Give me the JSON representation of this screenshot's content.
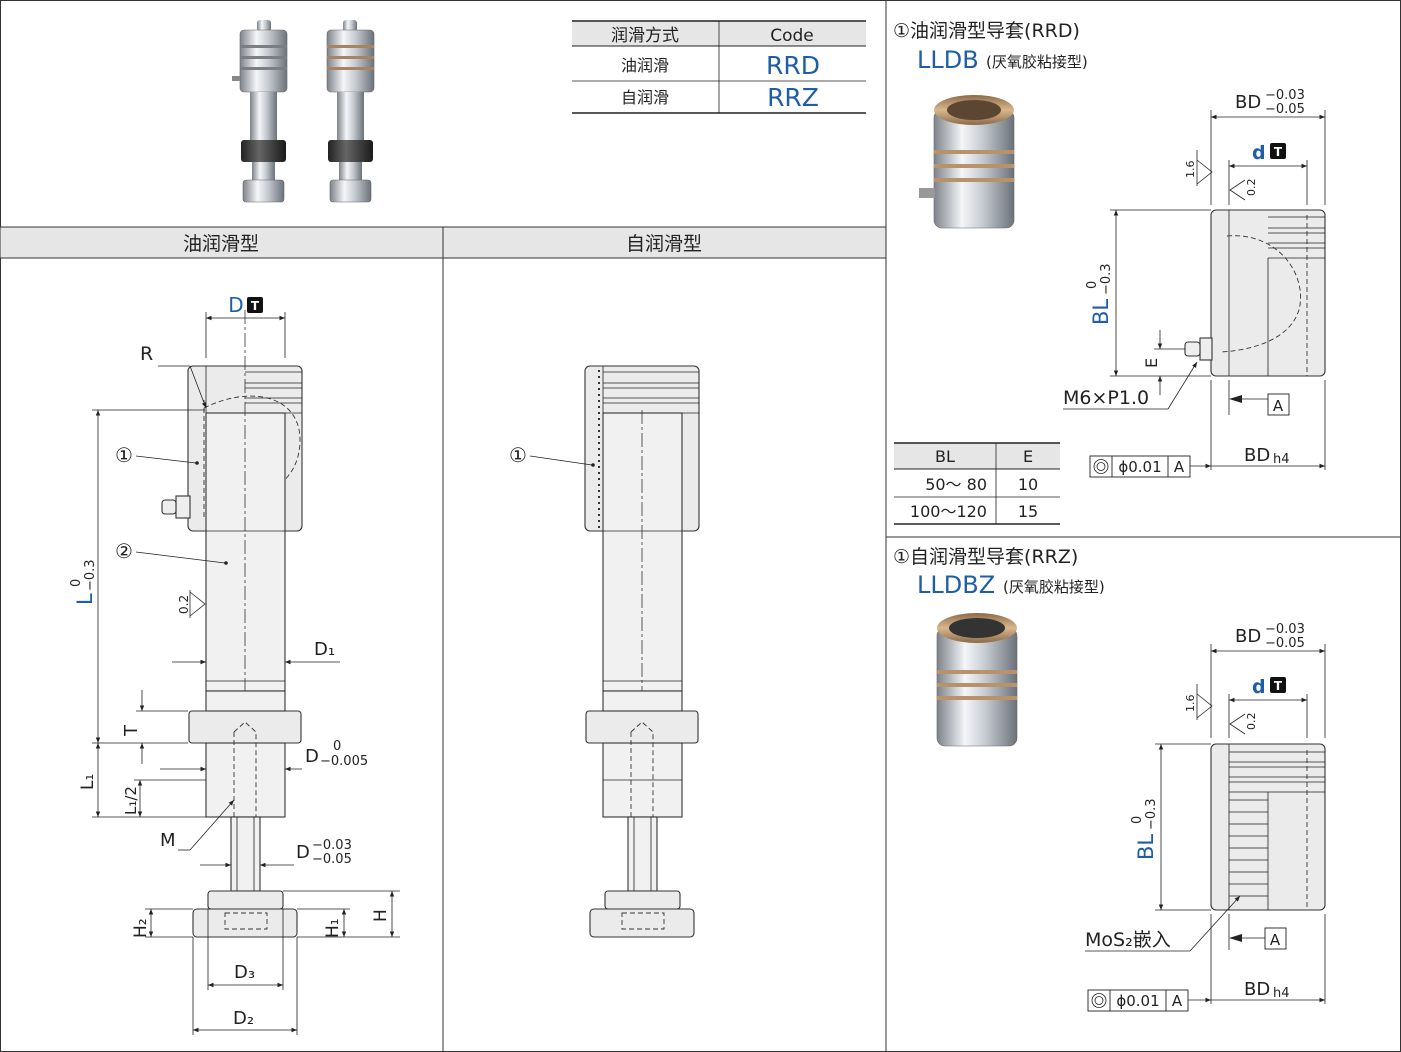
{
  "code_table": {
    "header_method": "润滑方式",
    "header_code": "Code",
    "rows": [
      {
        "method": "油润滑",
        "code": "RRD"
      },
      {
        "method": "自润滑",
        "code": "RRZ"
      }
    ]
  },
  "sections": {
    "oil_title": "油润滑型",
    "self_title": "自润滑型"
  },
  "oil_drawing": {
    "d_label": "D",
    "t_badge": "T",
    "r_label": "R",
    "callout_1": "①",
    "callout_2": "②",
    "l_label": "L",
    "l_tol_upper": "0",
    "l_tol_lower": "−0.3",
    "rough_02": "0.2",
    "d1_label": "D₁",
    "t_label": "T",
    "d_tol1_upper": "0",
    "d_tol1_lower": "−0.005",
    "l1_label": "L₁",
    "l1_half_label": "L₁/2",
    "m_label": "M",
    "d_tol2_upper": "−0.03",
    "d_tol2_lower": "−0.05",
    "h2_label": "H₂",
    "h1_label": "H₁",
    "h_label": "H",
    "d3_label": "D₃",
    "d2_label": "D₂"
  },
  "self_drawing": {
    "callout_1": "①"
  },
  "rrd_panel": {
    "title": "①油润滑型导套(RRD)",
    "model": "LLDB",
    "model_note": "(厌氧胶粘接型)",
    "bd_label": "BD",
    "bd_tol_upper": "−0.03",
    "bd_tol_lower": "−0.05",
    "d_label": "d",
    "t_badge": "T",
    "rough_16": "1.6",
    "rough_02": "0.2",
    "bl_label": "BL",
    "bl_tol_upper": "0",
    "bl_tol_lower": "−0.3",
    "e_label": "E",
    "thread_label": "M6×P1.0",
    "datum": "A",
    "concentricity": "ϕ0.01",
    "bdh4_label": "BD",
    "bdh4_sub": "h4"
  },
  "be_table": {
    "headers": [
      "BL",
      "E"
    ],
    "rows": [
      [
        "50～ 80",
        "10"
      ],
      [
        "100～120",
        "15"
      ]
    ]
  },
  "rrz_panel": {
    "title": "①自润滑型导套(RRZ)",
    "model": "LLDBZ",
    "model_note": "(厌氧胶粘接型)",
    "bd_label": "BD",
    "bd_tol_upper": "−0.03",
    "bd_tol_lower": "−0.05",
    "d_label": "d",
    "t_badge": "T",
    "rough_16": "1.6",
    "rough_02": "0.2",
    "bl_label": "BL",
    "bl_tol_upper": "0",
    "bl_tol_lower": "−0.3",
    "mos2_label": "MoS₂嵌入",
    "datum": "A",
    "concentricity": "ϕ0.01",
    "bdh4_label": "BD",
    "bdh4_sub": "h4"
  },
  "colors": {
    "blue_accent": "#1e5ea6",
    "header_gray": "#e6e6e6",
    "bronze": "#b8926a",
    "metal": "#c9cdd3"
  }
}
